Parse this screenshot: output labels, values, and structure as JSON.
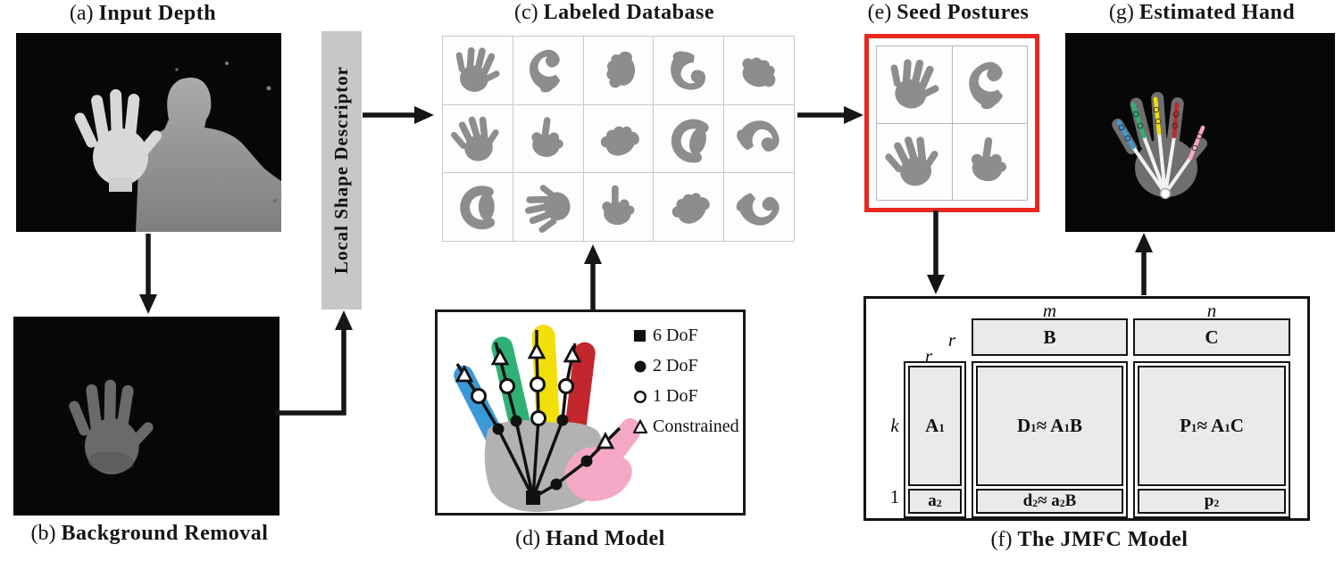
{
  "figure": {
    "panels": {
      "a": {
        "label": "(a)",
        "title": "Input Depth"
      },
      "b": {
        "label": "(b)",
        "title": "Background Removal"
      },
      "c": {
        "label": "(c)",
        "title": "Labeled Database"
      },
      "d": {
        "label": "(d)",
        "title": "Hand Model"
      },
      "e": {
        "label": "(e)",
        "title": "Seed Postures"
      },
      "f": {
        "label": "(f)",
        "title": "The JMFC Model"
      },
      "g": {
        "label": "(g)",
        "title": "Estimated Hand"
      }
    },
    "descriptor_label": "Local Shape Descriptor"
  },
  "legend": {
    "items": [
      {
        "symbol": "filled-square",
        "label": "6 DoF"
      },
      {
        "symbol": "filled-circle",
        "label": "2 DoF"
      },
      {
        "symbol": "open-circle",
        "label": "1 DoF"
      },
      {
        "symbol": "open-triangle",
        "label": "Constrained"
      }
    ]
  },
  "jmfc": {
    "dims": {
      "m": "m",
      "n": "n",
      "r_top": "r",
      "r_left": "r",
      "k": "k",
      "one": "1"
    },
    "blocks": {
      "B": "B",
      "C": "C",
      "A1": "A_1",
      "a2": "a_2",
      "D1": "D_1 ≈ A_1B",
      "d2": "d_2 ≈ a_2B",
      "P1": "P_1 ≈ A_1C",
      "p2": "p_2"
    }
  },
  "database_grid": {
    "rows": 3,
    "cols": 5,
    "cells": [
      {
        "pose": "open",
        "rot": 15,
        "flip": false
      },
      {
        "pose": "curl",
        "rot": -20,
        "flip": false
      },
      {
        "pose": "fist",
        "rot": -90,
        "flip": false
      },
      {
        "pose": "curl",
        "rot": 170,
        "flip": true
      },
      {
        "pose": "fist",
        "rot": 15,
        "flip": false
      },
      {
        "pose": "open",
        "rot": -15,
        "flip": false
      },
      {
        "pose": "point",
        "rot": 8,
        "flip": false
      },
      {
        "pose": "fist",
        "rot": -30,
        "flip": false
      },
      {
        "pose": "pinch",
        "rot": 15,
        "flip": false
      },
      {
        "pose": "curl",
        "rot": 75,
        "flip": false
      },
      {
        "pose": "pinch",
        "rot": 0,
        "flip": false
      },
      {
        "pose": "open",
        "rot": -100,
        "flip": false
      },
      {
        "pose": "point",
        "rot": 0,
        "flip": false
      },
      {
        "pose": "fist",
        "rot": -40,
        "flip": false
      },
      {
        "pose": "curl",
        "rot": 120,
        "flip": true
      }
    ]
  },
  "seed_grid": {
    "rows": 2,
    "cols": 2,
    "cells": [
      {
        "pose": "open",
        "rot": 15,
        "flip": false
      },
      {
        "pose": "curl",
        "rot": -20,
        "flip": false
      },
      {
        "pose": "open",
        "rot": -15,
        "flip": false
      },
      {
        "pose": "point",
        "rot": 8,
        "flip": false
      }
    ]
  },
  "colors": {
    "seed_border": "#E8281E",
    "matrix_fill": "#EBE9E9",
    "descriptor_fill": "#C7C7C7",
    "db_hand": "#8D8D8D",
    "palm_gray": "#B2B2B2",
    "finger_pinky": "#3A9AD9",
    "finger_ring": "#2FB176",
    "finger_middle": "#F2DF0A",
    "finger_index": "#C1272D",
    "finger_thumb": "#F5A8C5"
  }
}
